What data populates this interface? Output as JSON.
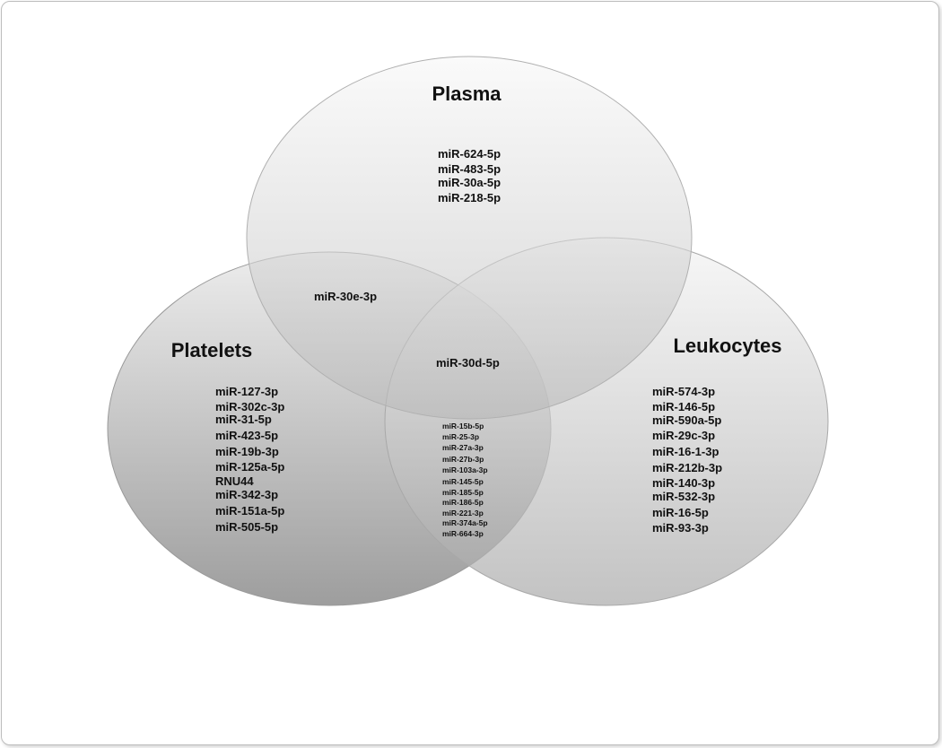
{
  "diagram": {
    "sets": {
      "plasma": {
        "label": "Plasma",
        "only": [
          "miR-624-5p",
          "miR-483-5p",
          "miR-30a-5p",
          "miR-218-5p"
        ]
      },
      "platelets": {
        "label": "Platelets",
        "only": [
          "miR-127-3p",
          "miR-302c-3p",
          "miR-31-5p",
          "miR-423-5p",
          "miR-19b-3p",
          "miR-125a-5p",
          "RNU44",
          "miR-342-3p",
          "miR-151a-5p",
          "miR-505-5p"
        ]
      },
      "leukocytes": {
        "label": "Leukocytes",
        "only": [
          "miR-574-3p",
          "miR-146-5p",
          "miR-590a-5p",
          "miR-29c-3p",
          "miR-16-1-3p",
          "miR-212b-3p",
          "miR-140-3p",
          "miR-532-3p",
          "miR-16-5p",
          "miR-93-3p"
        ]
      }
    },
    "intersections": {
      "plasma_platelets": [
        "miR-30e-3p"
      ],
      "all_three": [
        "miR-30d-5p"
      ],
      "platelets_leukocytes": [
        "miR-15b-5p",
        "miR-25-3p",
        "miR-27a-3p",
        "miR-27b-3p",
        "miR-103a-3p",
        "miR-145-5p",
        "miR-185-5p",
        "miR-186-5p",
        "miR-221-3p",
        "miR-374a-5p",
        "miR-664-3p"
      ]
    }
  }
}
